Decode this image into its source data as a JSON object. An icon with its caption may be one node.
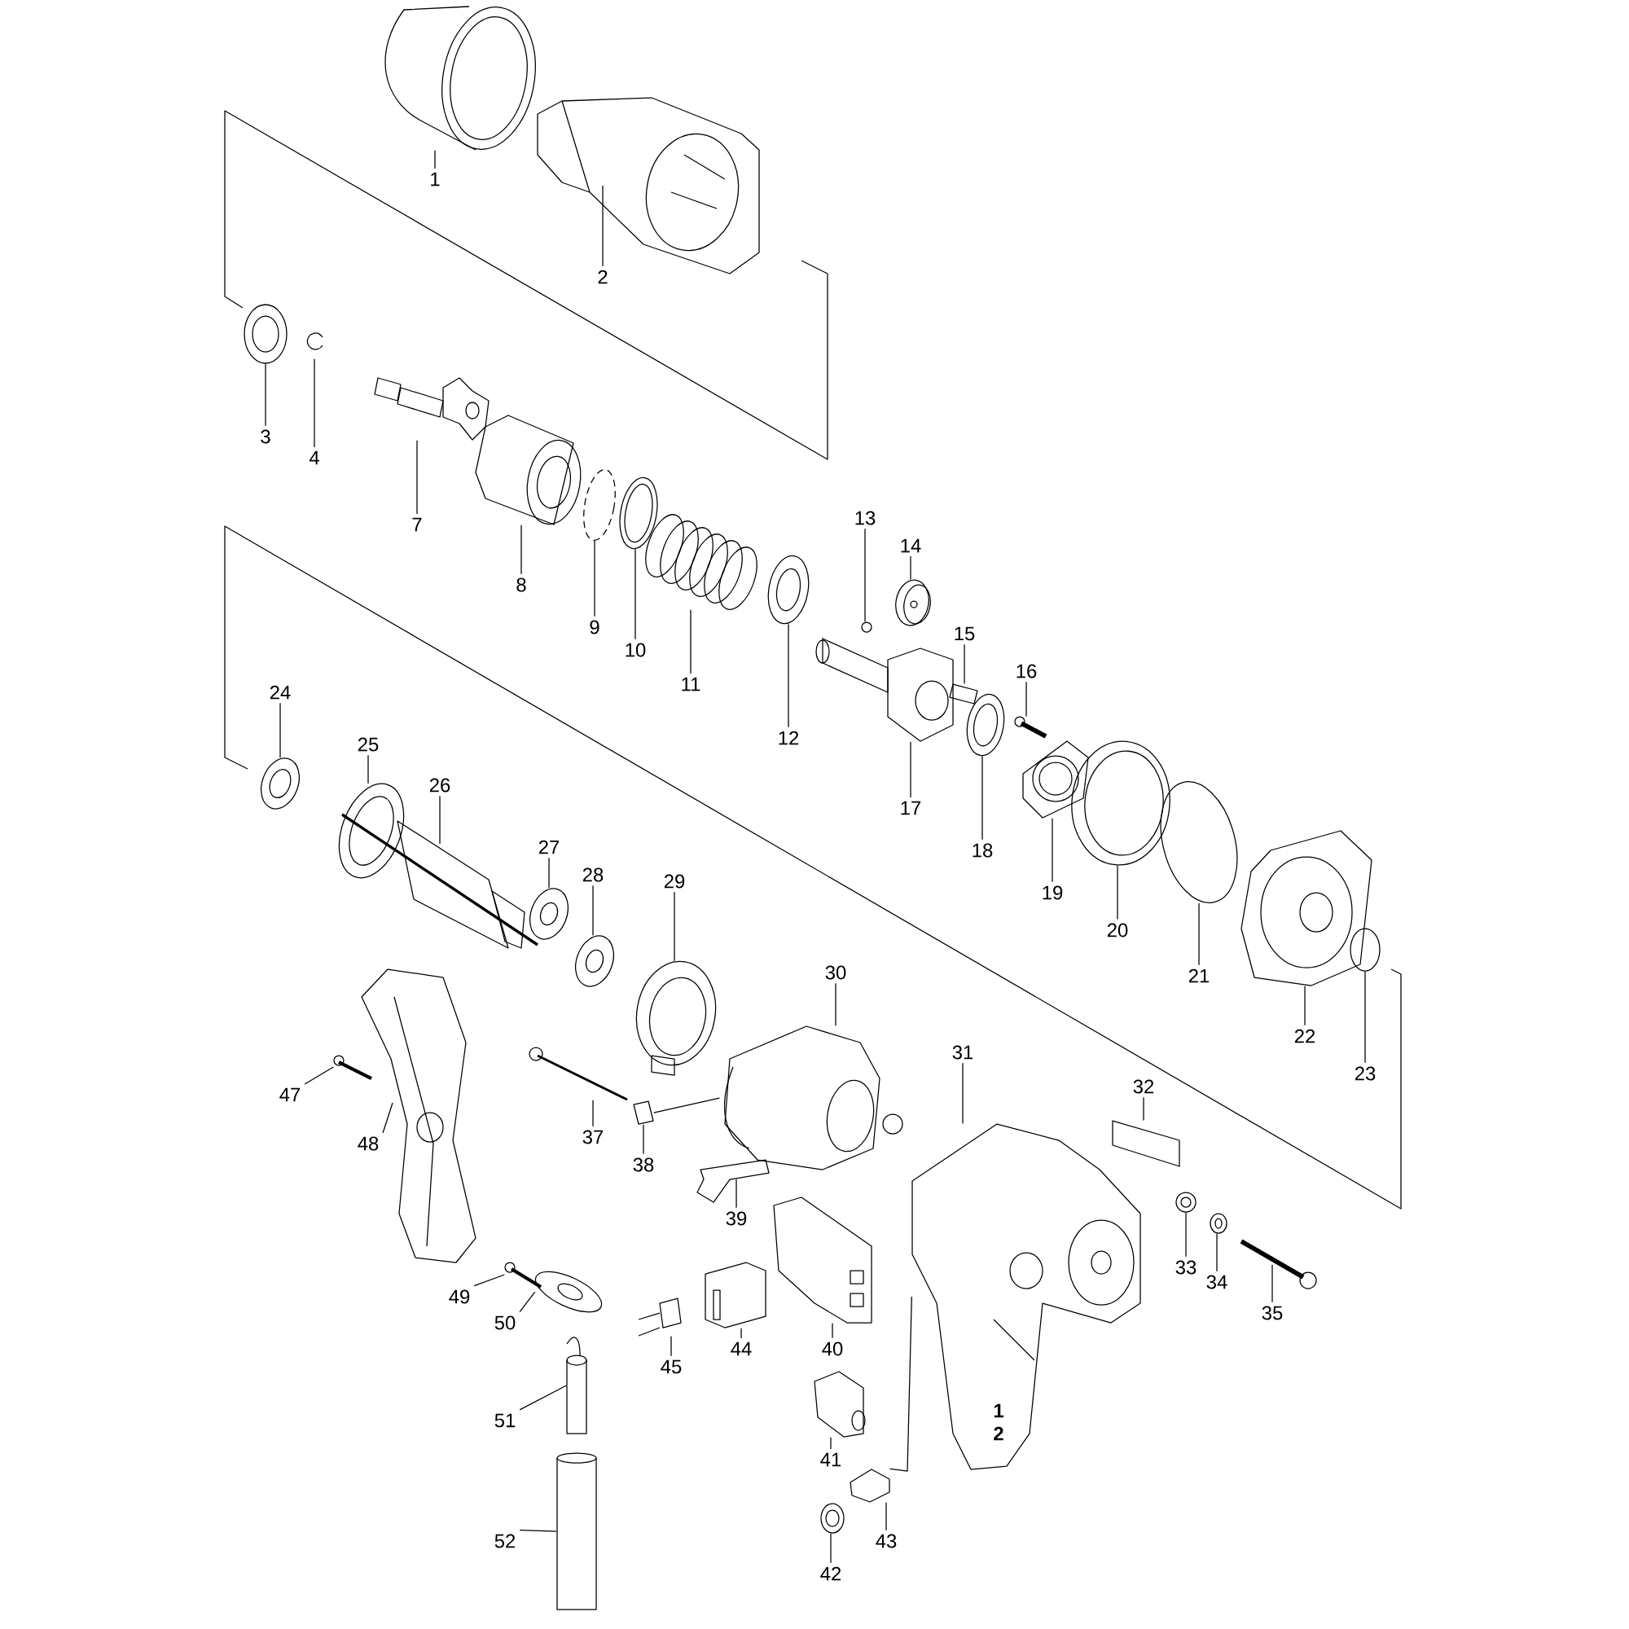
{
  "diagram": {
    "nodes": [
      {
        "text": [
          "1"
        ]
      },
      {
        "text": [
          "2"
        ]
      },
      {
        "text": [
          "3"
        ]
      },
      {
        "text": [
          "4"
        ]
      },
      {
        "text": [
          "7"
        ]
      },
      {
        "text": [
          "8"
        ]
      },
      {
        "text": [
          "9"
        ]
      },
      {
        "text": [
          "10"
        ]
      },
      {
        "text": [
          "11"
        ]
      },
      {
        "text": [
          "12"
        ]
      },
      {
        "text": [
          "13"
        ]
      },
      {
        "text": [
          "14"
        ]
      },
      {
        "text": [
          "15"
        ]
      },
      {
        "text": [
          "16"
        ]
      },
      {
        "text": [
          "17"
        ]
      },
      {
        "text": [
          "18"
        ]
      },
      {
        "text": [
          "19"
        ]
      },
      {
        "text": [
          "20"
        ]
      },
      {
        "text": [
          "21"
        ]
      },
      {
        "text": [
          "22"
        ]
      },
      {
        "text": [
          "23"
        ]
      },
      {
        "text": [
          "24"
        ]
      },
      {
        "text": [
          "25"
        ]
      },
      {
        "text": [
          "26"
        ]
      },
      {
        "text": [
          "27"
        ]
      },
      {
        "text": [
          "28"
        ]
      },
      {
        "text": [
          "29"
        ]
      },
      {
        "text": [
          "30"
        ]
      },
      {
        "text": [
          "31"
        ]
      },
      {
        "text": [
          "32"
        ]
      },
      {
        "text": [
          "33"
        ]
      },
      {
        "text": [
          "34"
        ]
      },
      {
        "text": [
          "35"
        ]
      },
      {
        "text": [
          "37"
        ]
      },
      {
        "text": [
          "38"
        ]
      },
      {
        "text": [
          "39"
        ]
      },
      {
        "text": [
          "40"
        ]
      },
      {
        "text": [
          "41"
        ]
      },
      {
        "text": [
          "42"
        ]
      },
      {
        "text": [
          "43"
        ]
      },
      {
        "text": [
          "44"
        ]
      },
      {
        "text": [
          "45"
        ]
      },
      {
        "text": [
          "47"
        ]
      },
      {
        "text": [
          "48"
        ]
      },
      {
        "text": [
          "49"
        ]
      },
      {
        "text": [
          "50"
        ]
      },
      {
        "text": [
          "51"
        ]
      },
      {
        "text": [
          "52"
        ]
      },
      {
        "text": [],
        "shape": "picture"
      },
      {
        "text": [],
        "shape": "picture"
      },
      {
        "text": [],
        "shape": "picture"
      },
      {
        "text": [],
        "shape": "picture"
      },
      {
        "text": [],
        "shape": "picture"
      },
      {
        "text": [],
        "shape": "picture"
      },
      {
        "text": [],
        "shape": "picture"
      },
      {
        "text": [],
        "shape": "picture"
      },
      {
        "text": [],
        "shape": "picture"
      },
      {
        "text": [],
        "shape": "picture"
      },
      {
        "text": [],
        "shape": "picture"
      },
      {
        "text": [],
        "shape": "picture"
      },
      {
        "text": [],
        "shape": "picture"
      },
      {
        "text": [],
        "shape": "picture"
      },
      {
        "text": [],
        "shape": "picture"
      },
      {
        "text": [],
        "shape": "picture"
      },
      {
        "text": [],
        "shape": "picture"
      },
      {
        "text": [],
        "shape": "picture"
      },
      {
        "text": [],
        "shape": "picture"
      },
      {
        "text": [],
        "shape": "picture"
      },
      {
        "text": [],
        "shape": "circle"
      },
      {
        "text": [],
        "shape": "picture"
      },
      {
        "text": [],
        "shape": "picture"
      },
      {
        "text": [],
        "shape": "picture"
      },
      {
        "text": [],
        "shape": "picture"
      },
      {
        "text": [],
        "shape": "picture"
      },
      {
        "text": [],
        "shape": "picture"
      },
      {
        "text": [],
        "shape": "picture"
      },
      {
        "text": [],
        "shape": "picture"
      },
      {
        "text": [],
        "shape": "box"
      },
      {
        "text": [],
        "shape": "picture"
      },
      {
        "text": [],
        "shape": "picture"
      },
      {
        "text": [],
        "shape": "picture"
      },
      {
        "text": [],
        "shape": "picture"
      },
      {
        "text": [],
        "shape": "picture"
      },
      {
        "text": [],
        "shape": "picture"
      },
      {
        "text": [],
        "shape": "picture"
      },
      {
        "text": [],
        "shape": "picture"
      },
      {
        "text": [],
        "shape": "picture"
      },
      {
        "text": [],
        "shape": "picture"
      },
      {
        "text": [],
        "shape": "picture"
      },
      {
        "text": [],
        "shape": "picture"
      },
      {
        "text": [],
        "shape": "picture"
      },
      {
        "text": [],
        "shape": "picture"
      },
      {
        "text": [],
        "shape": "picture"
      },
      {
        "text": [],
        "shape": "picture"
      },
      {
        "text": [],
        "shape": "cylinder"
      },
      {
        "text": [],
        "shape": "cylinder"
      }
    ],
    "edges": [
      {
        "from": 0,
        "to": 48,
        "arrow": "none"
      },
      {
        "from": 1,
        "to": 49,
        "arrow": "none"
      },
      {
        "from": 2,
        "to": 50,
        "arrow": "none"
      },
      {
        "from": 3,
        "to": 51,
        "arrow": "none"
      },
      {
        "from": 4,
        "to": 52,
        "arrow": "none"
      },
      {
        "from": 5,
        "to": 53,
        "arrow": "none"
      },
      {
        "from": 6,
        "to": 54,
        "arrow": "none"
      },
      {
        "from": 7,
        "to": 55,
        "arrow": "none"
      },
      {
        "from": 8,
        "to": 56,
        "arrow": "none"
      },
      {
        "from": 9,
        "to": 57,
        "arrow": "none"
      },
      {
        "from": 10,
        "to": 58,
        "arrow": "none"
      },
      {
        "from": 11,
        "to": 59,
        "arrow": "none"
      },
      {
        "from": 12,
        "to": 60,
        "arrow": "none"
      },
      {
        "from": 13,
        "to": 61,
        "arrow": "none"
      },
      {
        "from": 14,
        "to": 62,
        "arrow": "none"
      },
      {
        "from": 15,
        "to": 63,
        "arrow": "none"
      },
      {
        "from": 16,
        "to": 64,
        "arrow": "none"
      },
      {
        "from": 17,
        "to": 65,
        "arrow": "none"
      },
      {
        "from": 18,
        "to": 66,
        "arrow": "none"
      },
      {
        "from": 19,
        "to": 67,
        "arrow": "none"
      },
      {
        "from": 20,
        "to": 68,
        "arrow": "none"
      },
      {
        "from": 21,
        "to": 69,
        "arrow": "none"
      },
      {
        "from": 22,
        "to": 70,
        "arrow": "none"
      },
      {
        "from": 23,
        "to": 71,
        "arrow": "none"
      },
      {
        "from": 24,
        "to": 72,
        "arrow": "none"
      },
      {
        "from": 25,
        "to": 73,
        "arrow": "none"
      },
      {
        "from": 26,
        "to": 74,
        "arrow": "none"
      },
      {
        "from": 27,
        "to": 75,
        "arrow": "none"
      },
      {
        "from": 28,
        "to": 76,
        "arrow": "none"
      },
      {
        "from": 29,
        "to": 77,
        "arrow": "none"
      },
      {
        "from": 30,
        "to": 78,
        "arrow": "none"
      },
      {
        "from": 31,
        "to": 79,
        "arrow": "none"
      },
      {
        "from": 32,
        "to": 80,
        "arrow": "none"
      },
      {
        "from": 33,
        "to": 81,
        "arrow": "none"
      },
      {
        "from": 34,
        "to": 82,
        "arrow": "none"
      },
      {
        "from": 35,
        "to": 83,
        "arrow": "none"
      },
      {
        "from": 36,
        "to": 84,
        "arrow": "none"
      },
      {
        "from": 37,
        "to": 85,
        "arrow": "none"
      },
      {
        "from": 38,
        "to": 86,
        "arrow": "none"
      },
      {
        "from": 39,
        "to": 87,
        "arrow": "none"
      },
      {
        "from": 40,
        "to": 88,
        "arrow": "none"
      },
      {
        "from": 41,
        "to": 89,
        "arrow": "none"
      },
      {
        "from": 42,
        "to": 90,
        "arrow": "none"
      },
      {
        "from": 43,
        "to": 91,
        "arrow": "none"
      },
      {
        "from": 44,
        "to": 92,
        "arrow": "none"
      },
      {
        "from": 45,
        "to": 93,
        "arrow": "none"
      },
      {
        "from": 46,
        "to": 94,
        "arrow": "none"
      },
      {
        "from": 47,
        "to": 95,
        "arrow": "none"
      },
      {
        "from": 82,
        "to": 75,
        "arrow": "none"
      },
      {
        "from": 87,
        "to": 76,
        "arrow": "none"
      }
    ],
    "labels": [
      "1",
      "2"
    ]
  }
}
